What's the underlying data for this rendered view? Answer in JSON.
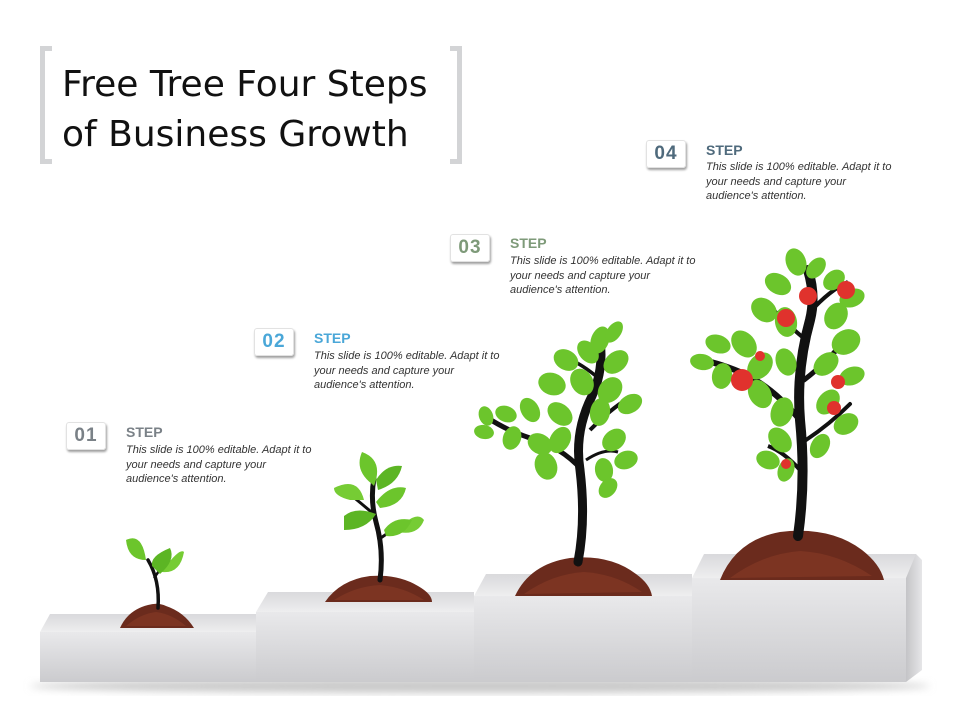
{
  "slide": {
    "title": "Free Tree Four Steps of Business Growth"
  },
  "colors": {
    "step1": "#7a8187",
    "step2": "#4aa7d8",
    "step3": "#7e9a79",
    "step4": "#4f6a7c",
    "leaf": "#6cc52c",
    "trunk": "#111111",
    "soil": "#6b2b1d",
    "fruit": "#e0322d",
    "platform": "#dcdcdc"
  },
  "steps": [
    {
      "number": "01",
      "label": "STEP",
      "text": "This slide is 100% editable. Adapt it to your needs and capture your audience's attention."
    },
    {
      "number": "02",
      "label": "STEP",
      "text": "This slide is 100% editable. Adapt it to your needs and capture your audience's attention."
    },
    {
      "number": "03",
      "label": "STEP",
      "text": "This slide is 100% editable. Adapt it to your needs and capture your audience's attention."
    },
    {
      "number": "04",
      "label": "STEP",
      "text": "This slide is 100% editable. Adapt it to your needs and capture your audience's attention."
    }
  ]
}
